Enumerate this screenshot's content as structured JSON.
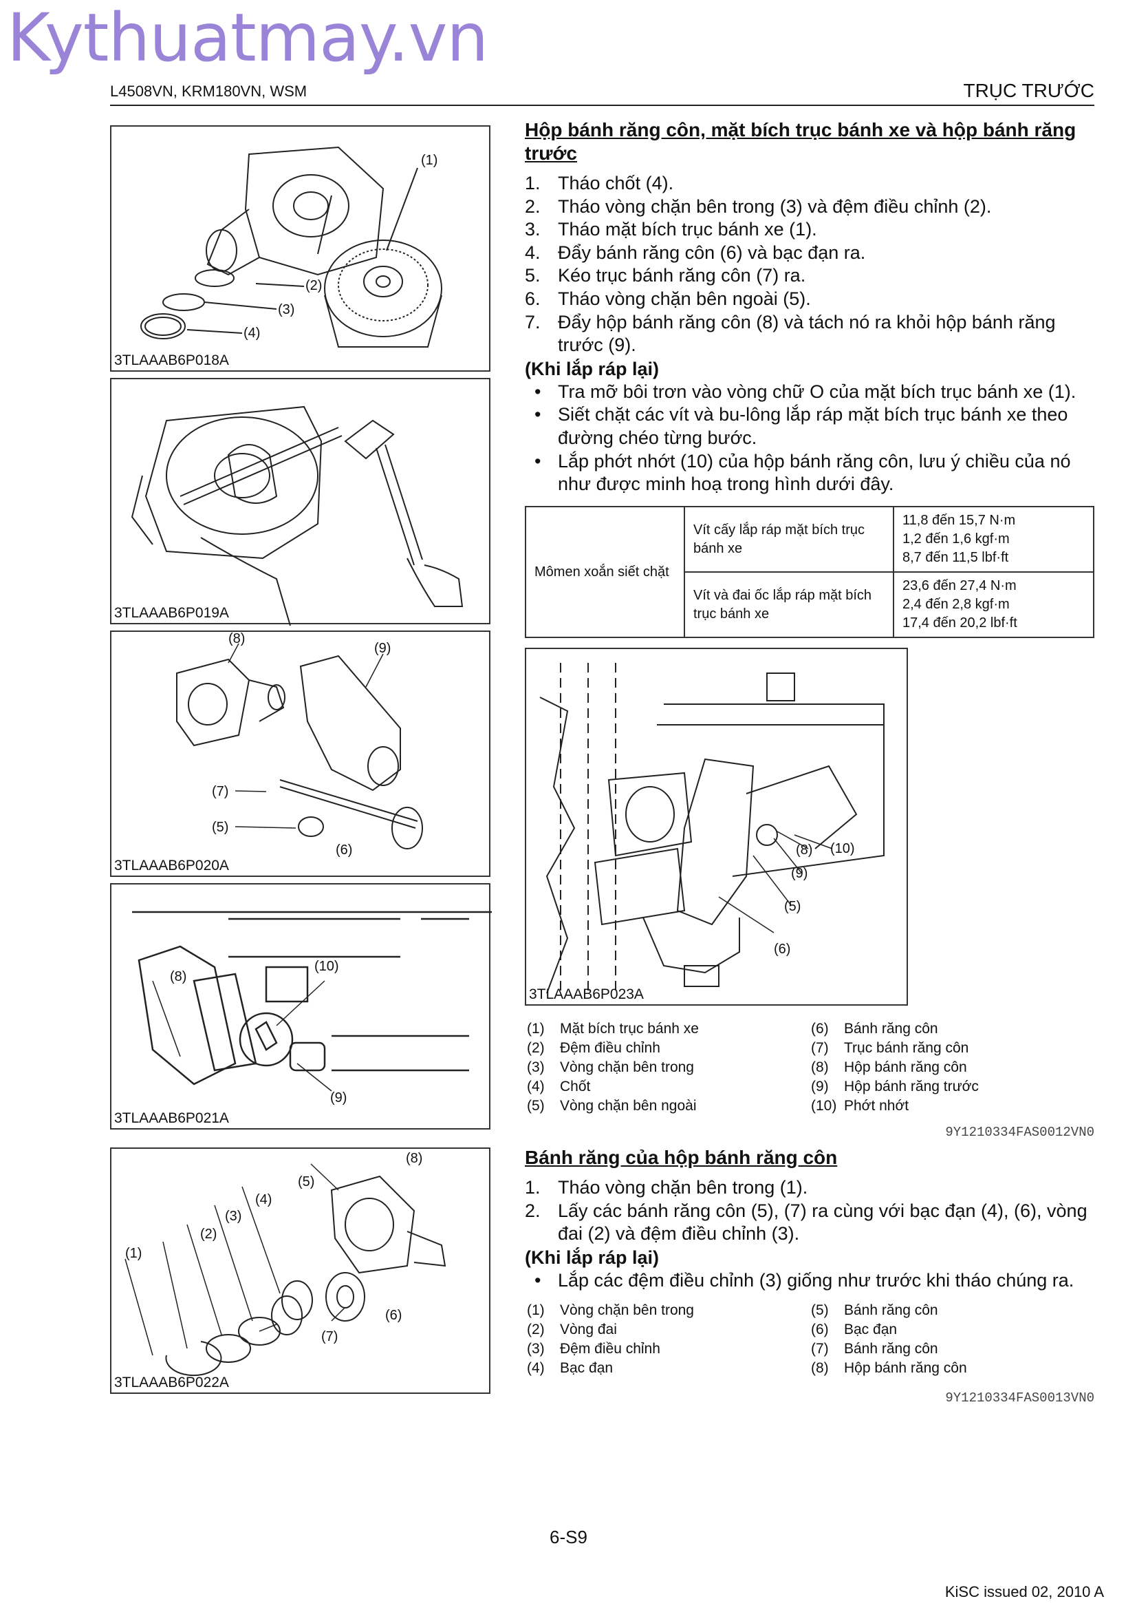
{
  "watermark": "Kythuatmay.vn",
  "header": {
    "models": "L4508VN, KRM180VN, WSM",
    "section": "TRỤC TRƯỚC"
  },
  "figures": [
    {
      "caption": "3TLAAAB6P018A",
      "labels": [
        "(1)",
        "(2)",
        "(3)",
        "(4)"
      ]
    },
    {
      "caption": "3TLAAAB6P019A",
      "labels": []
    },
    {
      "caption": "3TLAAAB6P020A",
      "labels": [
        "(8)",
        "(9)",
        "(7)",
        "(5)",
        "(6)"
      ]
    },
    {
      "caption": "3TLAAAB6P021A",
      "labels": [
        "(10)",
        "(8)",
        "(9)"
      ]
    },
    {
      "caption": "3TLAAAB6P022A",
      "labels": [
        "(8)",
        "(5)",
        "(4)",
        "(3)",
        "(2)",
        "(1)",
        "(6)",
        "(7)"
      ]
    },
    {
      "caption": "3TLAAAB6P023A",
      "labels": [
        "(8)",
        "(10)",
        "(9)",
        "(5)",
        "(6)"
      ]
    }
  ],
  "section1": {
    "title": "Hộp bánh răng côn, mặt bích trục bánh xe và hộp bánh răng trước",
    "steps": [
      {
        "n": "1.",
        "text": "Tháo chốt (4)."
      },
      {
        "n": "2.",
        "text": "Tháo vòng chặn bên trong (3) và đệm điều chỉnh (2)."
      },
      {
        "n": "3.",
        "text": "Tháo mặt bích trục bánh xe (1)."
      },
      {
        "n": "4.",
        "text": "Đẩy bánh răng côn (6) và bạc đạn ra."
      },
      {
        "n": "5.",
        "text": "Kéo trục bánh răng côn (7) ra."
      },
      {
        "n": "6.",
        "text": "Tháo vòng chặn bên ngoài (5)."
      },
      {
        "n": "7.",
        "text": "Đẩy hộp bánh răng côn (8) và tách nó ra khỏi hộp bánh răng trước (9)."
      }
    ],
    "reassembly_title": "(Khi lắp ráp lại)",
    "notes": [
      "Tra mỡ bôi trơn vào vòng chữ O của mặt bích trục bánh xe (1).",
      "Siết chặt các vít và bu-lông lắp ráp mặt bích trục bánh xe theo đường chéo từng bước.",
      "Lắp phớt nhớt (10) của hộp bánh răng côn, lưu ý chiều của nó như được minh hoạ trong hình dưới đây."
    ],
    "torque": {
      "label": "Mômen xoắn siết chặt",
      "rows": [
        {
          "item": "Vít cấy lắp ráp mặt bích trục bánh xe",
          "values": [
            "11,8 đến 15,7 N·m",
            "1,2 đến 1,6 kgf·m",
            "8,7 đến 11,5 lbf·ft"
          ]
        },
        {
          "item": "Vít và đai ốc lắp ráp mặt bích trục bánh xe",
          "values": [
            "23,6 đến 27,4 N·m",
            "2,4 đến 2,8 kgf·m",
            "17,4 đến 20,2 lbf·ft"
          ]
        }
      ]
    },
    "legend_left": [
      {
        "k": "(1)",
        "v": "Mặt bích trục bánh xe"
      },
      {
        "k": "(2)",
        "v": "Đệm điều chỉnh"
      },
      {
        "k": "(3)",
        "v": "Vòng chặn bên trong"
      },
      {
        "k": "(4)",
        "v": "Chốt"
      },
      {
        "k": "(5)",
        "v": "Vòng chặn bên ngoài"
      }
    ],
    "legend_right": [
      {
        "k": "(6)",
        "v": "Bánh răng côn"
      },
      {
        "k": "(7)",
        "v": "Trục bánh răng côn"
      },
      {
        "k": "(8)",
        "v": "Hộp bánh răng côn"
      },
      {
        "k": "(9)",
        "v": "Hộp bánh răng trước"
      },
      {
        "k": "(10)",
        "v": "Phớt nhớt"
      }
    ],
    "code": "9Y1210334FAS0012VN0"
  },
  "section2": {
    "title": "Bánh răng của hộp bánh răng côn",
    "steps": [
      {
        "n": "1.",
        "text": "Tháo vòng chặn bên trong (1)."
      },
      {
        "n": "2.",
        "text": "Lấy các bánh răng côn (5), (7) ra cùng với bạc đạn (4), (6), vòng đai (2) và đệm điều chỉnh (3)."
      }
    ],
    "reassembly_title": "(Khi lắp ráp lại)",
    "notes": [
      "Lắp các đệm điều chỉnh (3) giống như trước khi tháo chúng ra."
    ],
    "legend_left": [
      {
        "k": "(1)",
        "v": "Vòng chặn bên trong"
      },
      {
        "k": "(2)",
        "v": "Vòng đai"
      },
      {
        "k": "(3)",
        "v": "Đệm điều chỉnh"
      },
      {
        "k": "(4)",
        "v": "Bạc đạn"
      }
    ],
    "legend_right": [
      {
        "k": "(5)",
        "v": "Bánh răng côn"
      },
      {
        "k": "(6)",
        "v": "Bạc đạn"
      },
      {
        "k": "(7)",
        "v": "Bánh răng côn"
      },
      {
        "k": "(8)",
        "v": "Hộp bánh răng côn"
      }
    ],
    "code": "9Y1210334FAS0013VN0"
  },
  "footer": {
    "page": "6-S9",
    "issued": "KiSC issued 02, 2010 A"
  }
}
